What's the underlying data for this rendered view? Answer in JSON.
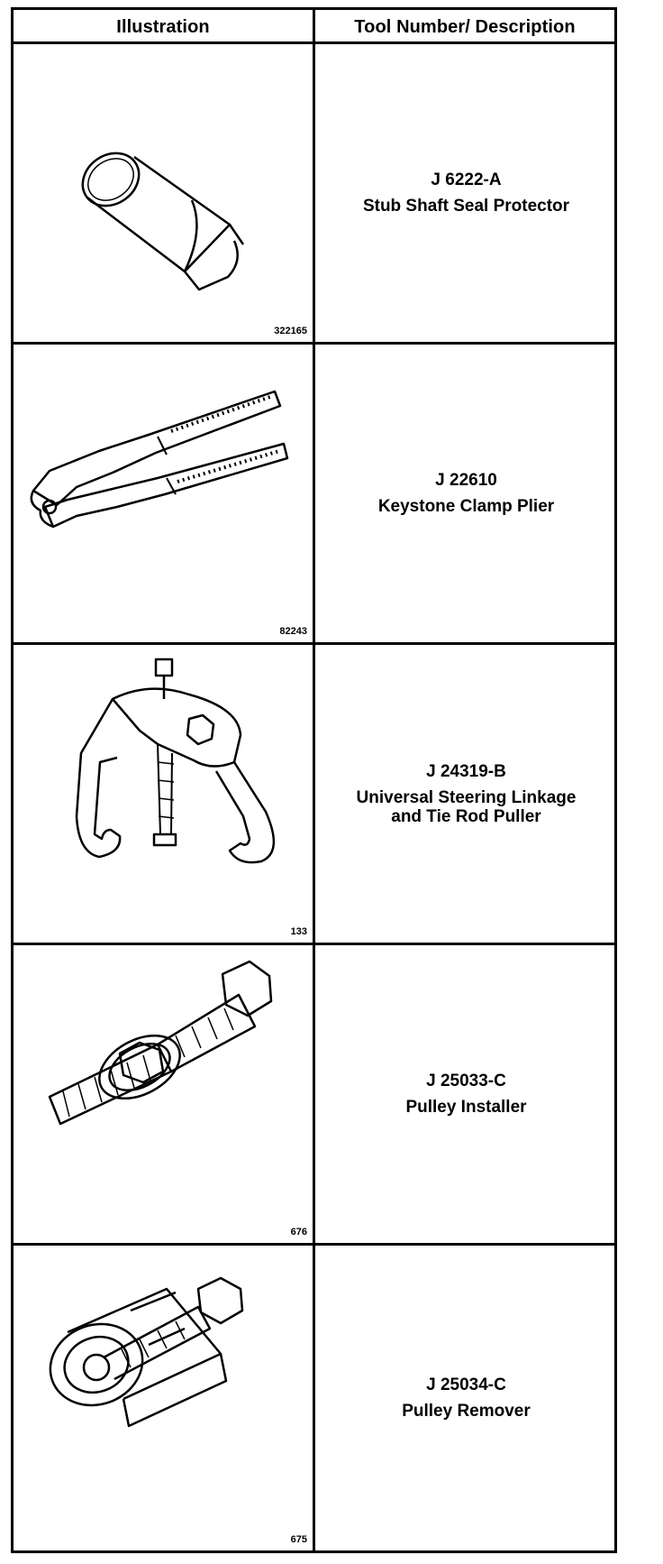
{
  "table": {
    "headers": {
      "illustration": "Illustration",
      "tool": "Tool Number/ Description"
    },
    "rows": [
      {
        "fig": "322165",
        "tool_number": "J 6222-A",
        "description": "Stub Shaft Seal Protector",
        "icon": "seal-protector-icon"
      },
      {
        "fig": "82243",
        "tool_number": "J 22610",
        "description": "Keystone Clamp Plier",
        "icon": "clamp-plier-icon"
      },
      {
        "fig": "133",
        "tool_number": "J 24319-B",
        "description": "Universal Steering Linkage\nand Tie Rod Puller",
        "icon": "tie-rod-puller-icon"
      },
      {
        "fig": "676",
        "tool_number": "J 25033-C",
        "description": "Pulley Installer",
        "icon": "pulley-installer-icon"
      },
      {
        "fig": "675",
        "tool_number": "J 25034-C",
        "description": "Pulley Remover",
        "icon": "pulley-remover-icon"
      }
    ]
  }
}
